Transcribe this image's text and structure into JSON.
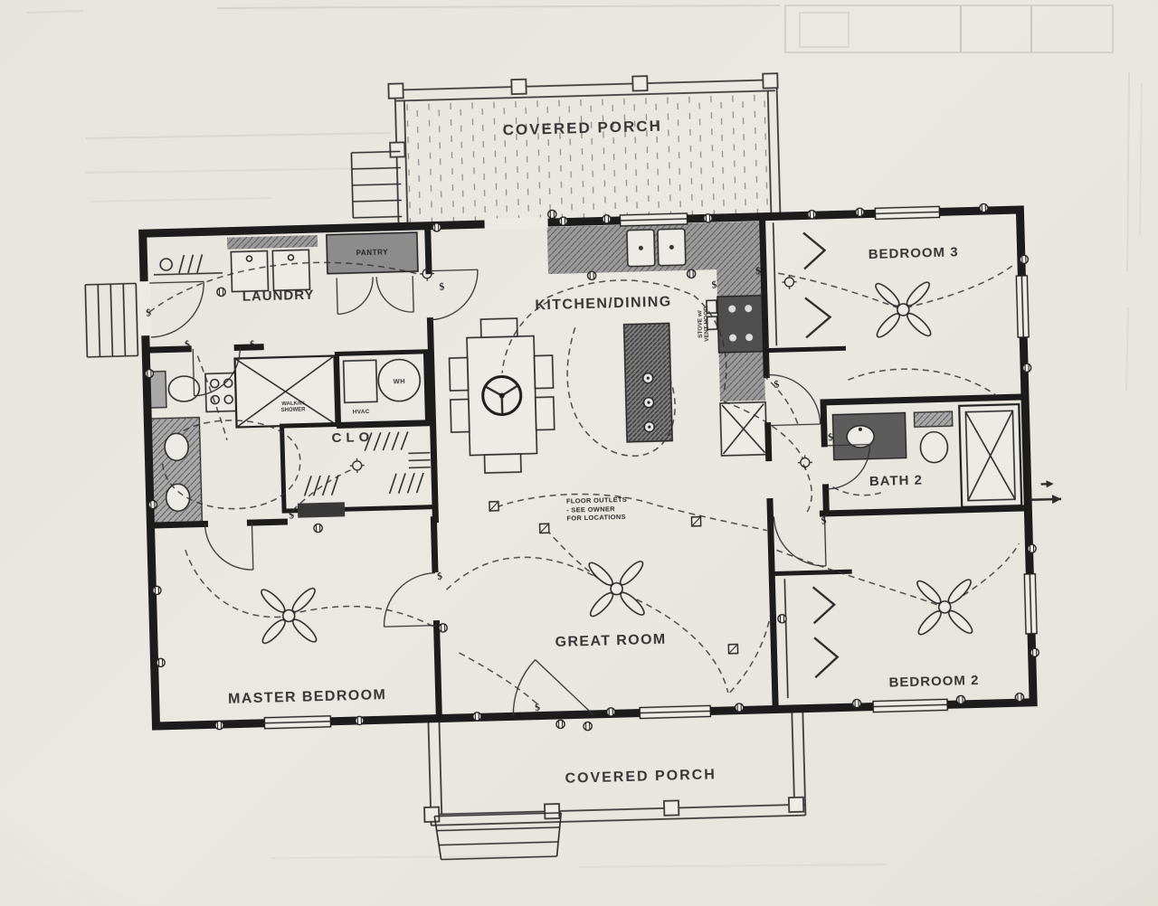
{
  "labels": {
    "covered_porch_top": "COVERED PORCH",
    "laundry": "LAUNDRY",
    "pantry": "PANTRY",
    "kitchen_dining": "KITCHEN/DINING",
    "bedroom_3": "BEDROOM 3",
    "closet": "CLO",
    "bath_2": "BATH 2",
    "great_room": "GREAT ROOM",
    "master_bedroom": "MASTER BEDROOM",
    "bedroom_2": "BEDROOM 2",
    "covered_porch_bottom": "COVERED PORCH",
    "water_heater": "WH",
    "hvac": "HVAC"
  },
  "notes": {
    "floor_outlets_line1": "FLOOR OUTLETS",
    "floor_outlets_line2": "- SEE OWNER",
    "floor_outlets_line3": "FOR LOCATIONS",
    "stove_line1": "STOVE w/",
    "stove_line2": "VENT HOOD",
    "shower_line1": "WALK/IN",
    "shower_line2": "SHOWER"
  },
  "symbols": {
    "switch_glyph": "$"
  },
  "colors": {
    "paper": "#e9e6e0",
    "ink": "#1c1c1c",
    "counter_gray": "#9a9a9a",
    "dark_gray": "#4f4f4f"
  }
}
